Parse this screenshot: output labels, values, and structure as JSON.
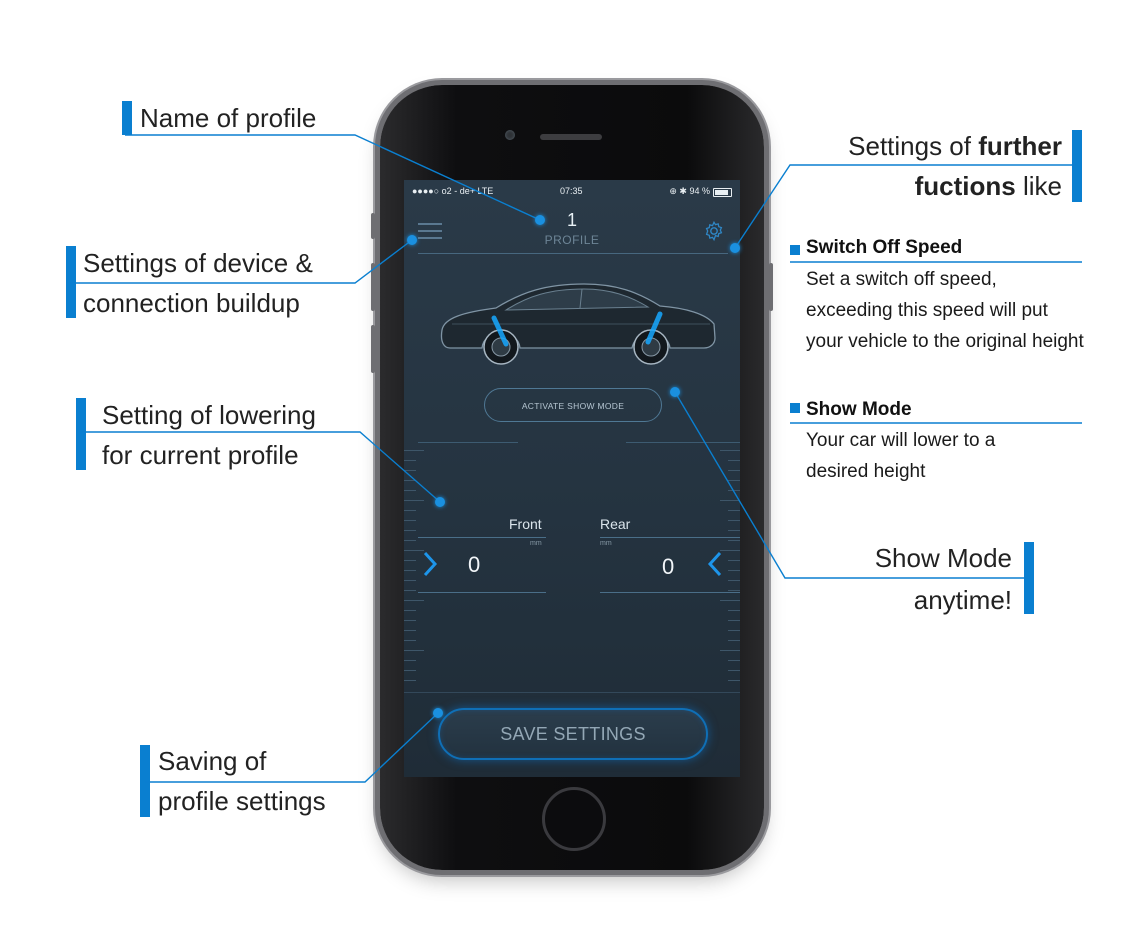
{
  "annotations": {
    "name_of_profile": "Name of profile",
    "settings_device_line1": "Settings of device &",
    "settings_device_line2": "connection buildup",
    "lowering_line1": "Setting of lowering",
    "lowering_line2": "for current profile",
    "saving_line1": "Saving of",
    "saving_line2": "profile settings",
    "further_line1_prefix": "Settings of ",
    "further_line1_bold": "further",
    "further_line2_bold": "fuctions",
    "further_line2_suffix": " like",
    "show_mode_line1": "Show Mode",
    "show_mode_line2": "anytime!"
  },
  "side_notes": {
    "switch_off_title": "Switch Off Speed",
    "switch_off_text": "Set a switch off speed, exceeding this speed will put your vehicle to the original height",
    "show_mode_title": "Show Mode",
    "show_mode_text": "Your car will lower to a desired height"
  },
  "phone": {
    "status": {
      "carrier": "●●●●○ o2 - de+  LTE",
      "time": "07:35",
      "battery": "⊕ ✱ 94 %"
    },
    "profile_number": "1",
    "profile_label": "PROFILE",
    "show_mode_button": "ACTIVATE SHOW MODE",
    "front_label": "Front",
    "rear_label": "Rear",
    "front_unit": "mm",
    "rear_unit": "mm",
    "front_value": "0",
    "rear_value": "0",
    "save_button": "SAVE SETTINGS"
  },
  "colors": {
    "accent": "#0a7fd0",
    "screen_bg": "#26353f",
    "save_glow": "#0f6fb6"
  },
  "icons": [
    "menu-icon",
    "gear-icon",
    "car-image",
    "chevron-right-icon",
    "chevron-left-icon"
  ]
}
